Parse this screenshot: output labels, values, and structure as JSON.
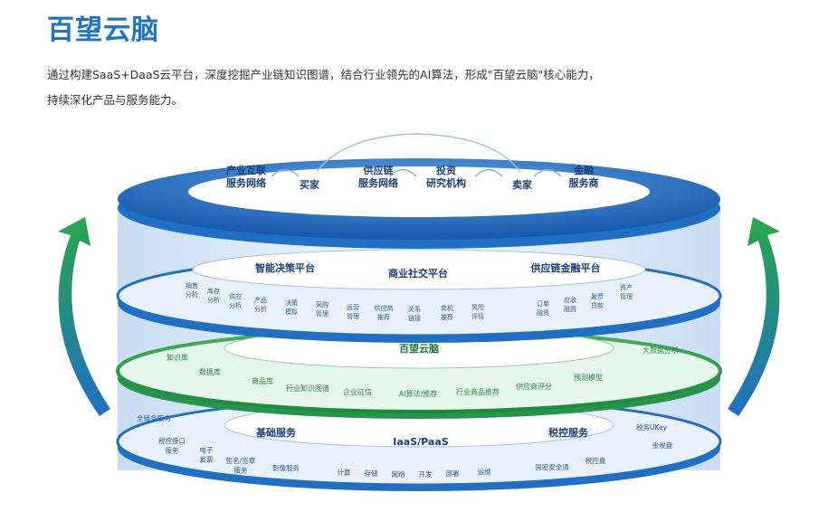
{
  "header": {
    "title": "百望云脑",
    "desc_line1": "通过构建SaaS+DaaS云平台，深度挖掘产业链知识图谱，结合行业领先的AI算法，形成\"百望云脑\"核心能力，",
    "desc_line2": "持续深化产品与服务能力。"
  },
  "layer1": {
    "items": [
      "产业互联\n服务网络",
      "买家",
      "供应链\n服务网络",
      "投资\n研究机构",
      "卖家",
      "金融\n服务商"
    ]
  },
  "layer2": {
    "platforms": [
      "智能决策平台",
      "商业社交平台",
      "供应链金融平台"
    ],
    "small": [
      "销售\n分析",
      "库存\n分析",
      "供应\n分析",
      "产品\n分析",
      "决策\n模拟",
      "采购\n管理",
      "运营\n管理",
      "供应商\n推荐",
      "关系\n链接",
      "商机\n推荐",
      "风险\n评估",
      "订单\n融资",
      "应收\n融资",
      "发票\n贷款",
      "资产\n管理"
    ]
  },
  "layer3": {
    "title": "百望云脑",
    "small": [
      "知识库",
      "数据库",
      "商品库",
      "行业知识图谱",
      "企业征信",
      "AI算法/推荐",
      "行业商品推荐",
      "供应商评分",
      "预测模型",
      "大数据分析"
    ]
  },
  "layer4": {
    "sections": [
      "基础服务",
      "IaaS/PaaS",
      "税控服务"
    ],
    "small": [
      "全链条服务",
      "税控接口\n服务",
      "电子\n发票",
      "签名/签章\n服务",
      "影像服务",
      "计算",
      "存储",
      "网络",
      "开发",
      "部署",
      "运维",
      "国密安全通",
      "税控盘",
      "税务UKey",
      "金税盘"
    ]
  },
  "colors": {
    "blue": "#1f6fc4",
    "green": "#28a745",
    "title": "#1f74c8"
  }
}
